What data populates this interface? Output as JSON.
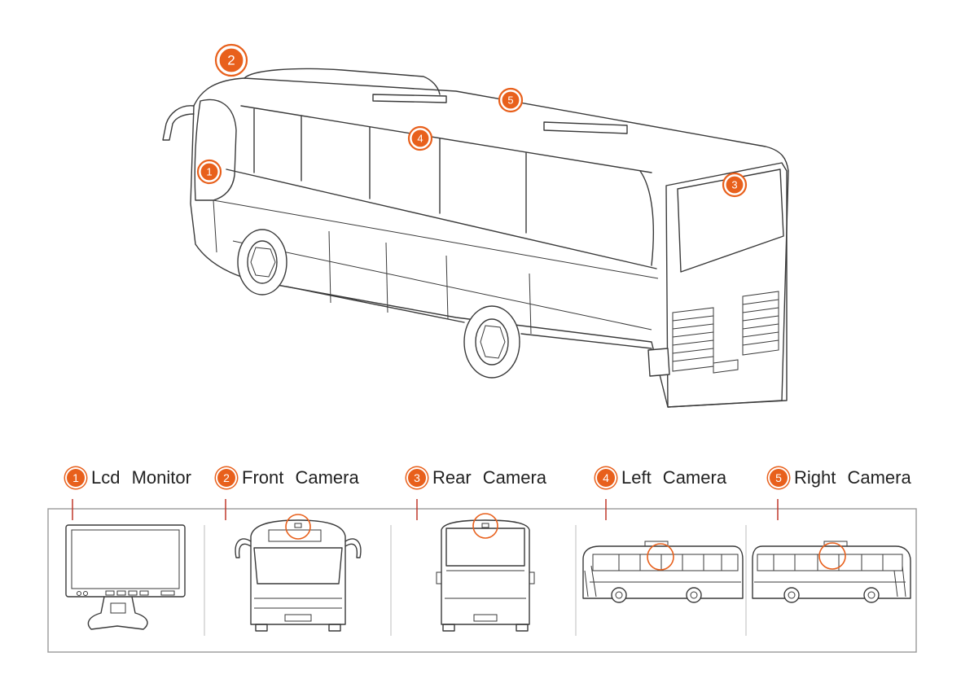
{
  "colors": {
    "accent": "#e8601c",
    "line": "#3a3a3a",
    "frame": "#9a9a9a",
    "tick": "#c0392b"
  },
  "markers": [
    {
      "num": "1"
    },
    {
      "num": "2"
    },
    {
      "num": "3"
    },
    {
      "num": "4"
    },
    {
      "num": "5"
    }
  ],
  "legend": [
    {
      "num": "1",
      "label": "Lcd Monitor"
    },
    {
      "num": "2",
      "label": "Front Camera"
    },
    {
      "num": "3",
      "label": "Rear Camera"
    },
    {
      "num": "4",
      "label": "Left Camera"
    },
    {
      "num": "5",
      "label": "Right Camera"
    }
  ]
}
